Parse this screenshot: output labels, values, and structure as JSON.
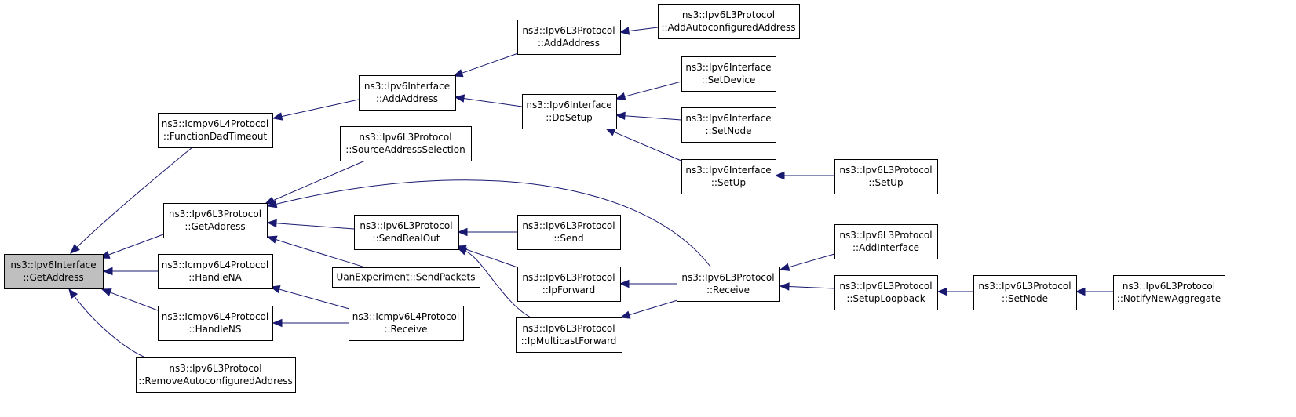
{
  "diagram": {
    "root": "get_address",
    "nodes": [
      {
        "id": "get_address",
        "lines": [
          "ns3::Ipv6Interface",
          "::GetAddress"
        ],
        "root": true
      },
      {
        "id": "function_dad_timeout",
        "lines": [
          "ns3::Icmpv6L4Protocol",
          "::FunctionDadTimeout"
        ]
      },
      {
        "id": "l3_get_address",
        "lines": [
          "ns3::Ipv6L3Protocol",
          "::GetAddress"
        ]
      },
      {
        "id": "handle_na",
        "lines": [
          "ns3::Icmpv6L4Protocol",
          "::HandleNA"
        ]
      },
      {
        "id": "handle_ns",
        "lines": [
          "ns3::Icmpv6L4Protocol",
          "::HandleNS"
        ]
      },
      {
        "id": "remove_autoconfigured_address",
        "lines": [
          "ns3::Ipv6L3Protocol",
          "::RemoveAutoconfiguredAddress"
        ]
      },
      {
        "id": "iface_add_address",
        "lines": [
          "ns3::Ipv6Interface",
          "::AddAddress"
        ]
      },
      {
        "id": "source_address_selection",
        "lines": [
          "ns3::Ipv6L3Protocol",
          "::SourceAddressSelection"
        ]
      },
      {
        "id": "send_real_out",
        "lines": [
          "ns3::Ipv6L3Protocol",
          "::SendRealOut"
        ]
      },
      {
        "id": "uan_send_packets",
        "lines": [
          "UanExperiment::SendPackets"
        ]
      },
      {
        "id": "icmp_receive",
        "lines": [
          "ns3::Icmpv6L4Protocol",
          "::Receive"
        ]
      },
      {
        "id": "l3_add_address",
        "lines": [
          "ns3::Ipv6L3Protocol",
          "::AddAddress"
        ]
      },
      {
        "id": "do_setup",
        "lines": [
          "ns3::Ipv6Interface",
          "::DoSetup"
        ]
      },
      {
        "id": "l3_send",
        "lines": [
          "ns3::Ipv6L3Protocol",
          "::Send"
        ]
      },
      {
        "id": "ip_forward",
        "lines": [
          "ns3::Ipv6L3Protocol",
          "::IpForward"
        ]
      },
      {
        "id": "ip_multicast_forward",
        "lines": [
          "ns3::Ipv6L3Protocol",
          "::IpMulticastForward"
        ]
      },
      {
        "id": "add_autoconfigured_address",
        "lines": [
          "ns3::Ipv6L3Protocol",
          "::AddAutoconfiguredAddress"
        ]
      },
      {
        "id": "set_device",
        "lines": [
          "ns3::Ipv6Interface",
          "::SetDevice"
        ]
      },
      {
        "id": "iface_set_node",
        "lines": [
          "ns3::Ipv6Interface",
          "::SetNode"
        ]
      },
      {
        "id": "iface_set_up",
        "lines": [
          "ns3::Ipv6Interface",
          "::SetUp"
        ]
      },
      {
        "id": "l3_receive",
        "lines": [
          "ns3::Ipv6L3Protocol",
          "::Receive"
        ]
      },
      {
        "id": "l3_set_up",
        "lines": [
          "ns3::Ipv6L3Protocol",
          "::SetUp"
        ]
      },
      {
        "id": "add_interface",
        "lines": [
          "ns3::Ipv6L3Protocol",
          "::AddInterface"
        ]
      },
      {
        "id": "setup_loopback",
        "lines": [
          "ns3::Ipv6L3Protocol",
          "::SetupLoopback"
        ]
      },
      {
        "id": "l3_set_node",
        "lines": [
          "ns3::Ipv6L3Protocol",
          "::SetNode"
        ]
      },
      {
        "id": "notify_new_aggregate",
        "lines": [
          "ns3::Ipv6L3Protocol",
          "::NotifyNewAggregate"
        ]
      }
    ],
    "edges": [
      {
        "from": "function_dad_timeout",
        "to": "get_address"
      },
      {
        "from": "l3_get_address",
        "to": "get_address"
      },
      {
        "from": "handle_na",
        "to": "get_address"
      },
      {
        "from": "handle_ns",
        "to": "get_address"
      },
      {
        "from": "remove_autoconfigured_address",
        "to": "get_address"
      },
      {
        "from": "iface_add_address",
        "to": "function_dad_timeout"
      },
      {
        "from": "source_address_selection",
        "to": "l3_get_address"
      },
      {
        "from": "send_real_out",
        "to": "l3_get_address"
      },
      {
        "from": "uan_send_packets",
        "to": "l3_get_address"
      },
      {
        "from": "l3_receive",
        "to": "l3_get_address"
      },
      {
        "from": "icmp_receive",
        "to": "handle_na"
      },
      {
        "from": "icmp_receive",
        "to": "handle_ns"
      },
      {
        "from": "l3_add_address",
        "to": "iface_add_address"
      },
      {
        "from": "do_setup",
        "to": "iface_add_address"
      },
      {
        "from": "l3_send",
        "to": "send_real_out"
      },
      {
        "from": "ip_forward",
        "to": "send_real_out"
      },
      {
        "from": "ip_multicast_forward",
        "to": "send_real_out"
      },
      {
        "from": "add_autoconfigured_address",
        "to": "l3_add_address"
      },
      {
        "from": "set_device",
        "to": "do_setup"
      },
      {
        "from": "iface_set_node",
        "to": "do_setup"
      },
      {
        "from": "iface_set_up",
        "to": "do_setup"
      },
      {
        "from": "l3_receive",
        "to": "ip_forward"
      },
      {
        "from": "l3_receive",
        "to": "ip_multicast_forward"
      },
      {
        "from": "l3_set_up",
        "to": "iface_set_up"
      },
      {
        "from": "add_interface",
        "to": "l3_receive"
      },
      {
        "from": "setup_loopback",
        "to": "l3_receive"
      },
      {
        "from": "l3_set_node",
        "to": "setup_loopback"
      },
      {
        "from": "notify_new_aggregate",
        "to": "l3_set_node"
      }
    ],
    "colors": {
      "edge": "#191970",
      "node_border": "#000000",
      "node_fill": "#ffffff",
      "root_fill": "#bfbfbf"
    }
  }
}
